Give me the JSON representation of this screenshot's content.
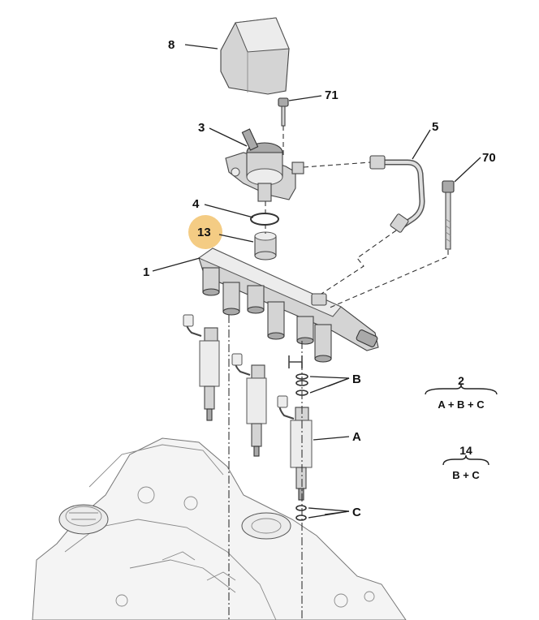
{
  "callouts": {
    "c8": "8",
    "c71": "71",
    "c3": "3",
    "c5": "5",
    "c70": "70",
    "c4": "4",
    "c13": "13",
    "c1": "1",
    "cB": "B",
    "cA": "A",
    "cC": "C"
  },
  "legend": [
    {
      "number": "2",
      "expression": "A + B + C"
    },
    {
      "number": "14",
      "expression": "B + C"
    }
  ],
  "colors": {
    "highlight": "#f3c777",
    "part_fill": "#d4d4d4",
    "line": "#222222"
  }
}
